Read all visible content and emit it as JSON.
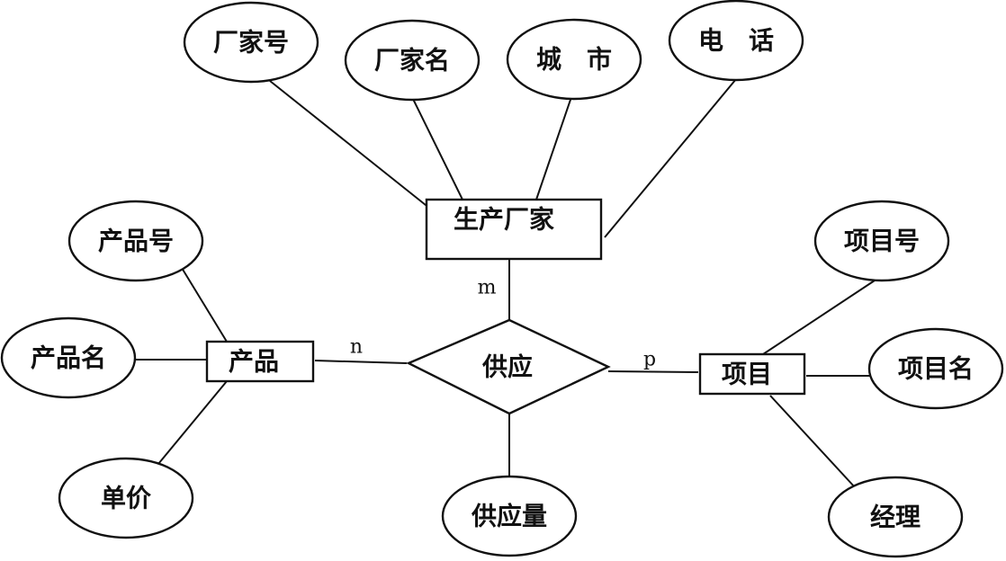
{
  "entities": {
    "manufacturer": "生产厂家",
    "product": "产品",
    "project": "项目"
  },
  "relationship": {
    "supply": "供应"
  },
  "attributes": {
    "manufacturer_no": "厂家号",
    "manufacturer_name": "厂家名",
    "city": "城　市",
    "phone": "电　话",
    "product_no": "产品号",
    "product_name": "产品名",
    "unit_price": "单价",
    "project_no": "项目号",
    "project_name": "项目名",
    "manager": "经理",
    "supply_qty": "供应量"
  },
  "cardinality": {
    "manufacturer": "m",
    "product": "n",
    "project": "p"
  }
}
